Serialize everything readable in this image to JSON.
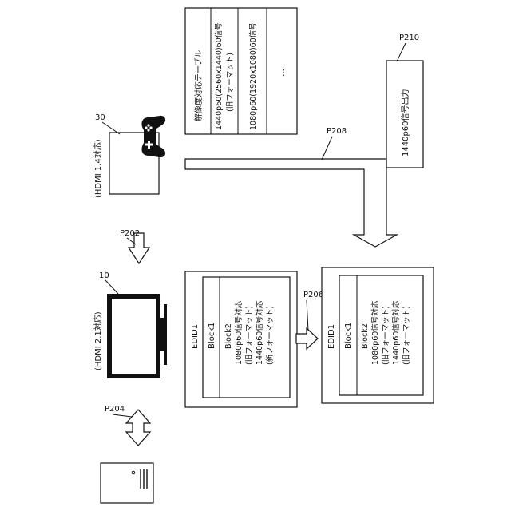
{
  "references": {
    "tv": "10",
    "game": "30",
    "p202": "P202",
    "p204": "P204",
    "p206": "P206",
    "p208": "P208",
    "p210": "P210"
  },
  "hdmi21_label": "(HDMI 2.1対応)",
  "hdmi14_label": "(HDMI 1.4対応)",
  "resolution_table": {
    "title": "解像度対応テーブル",
    "row1": [
      "1440p60(2560x1440)60信号",
      "(旧フォーマット)"
    ],
    "row2": "1080p60(1920x1080)60信号",
    "row3": "…"
  },
  "output_label": "1440p60信号出力",
  "edid_left": {
    "edid": "EDID1",
    "block1": "Block1",
    "block2_lines": [
      "Block2",
      "1080p60信号対応",
      "(旧フォーマット)",
      "1440p60信号対応",
      "(新フォーマット)"
    ]
  },
  "edid_right": {
    "edid": "EDID1",
    "block1": "Block1",
    "block2_lines": [
      "Block2",
      "1080p60信号対応",
      "(旧フォーマット)",
      "1440p60信号対応",
      "(旧フォーマット)"
    ]
  }
}
